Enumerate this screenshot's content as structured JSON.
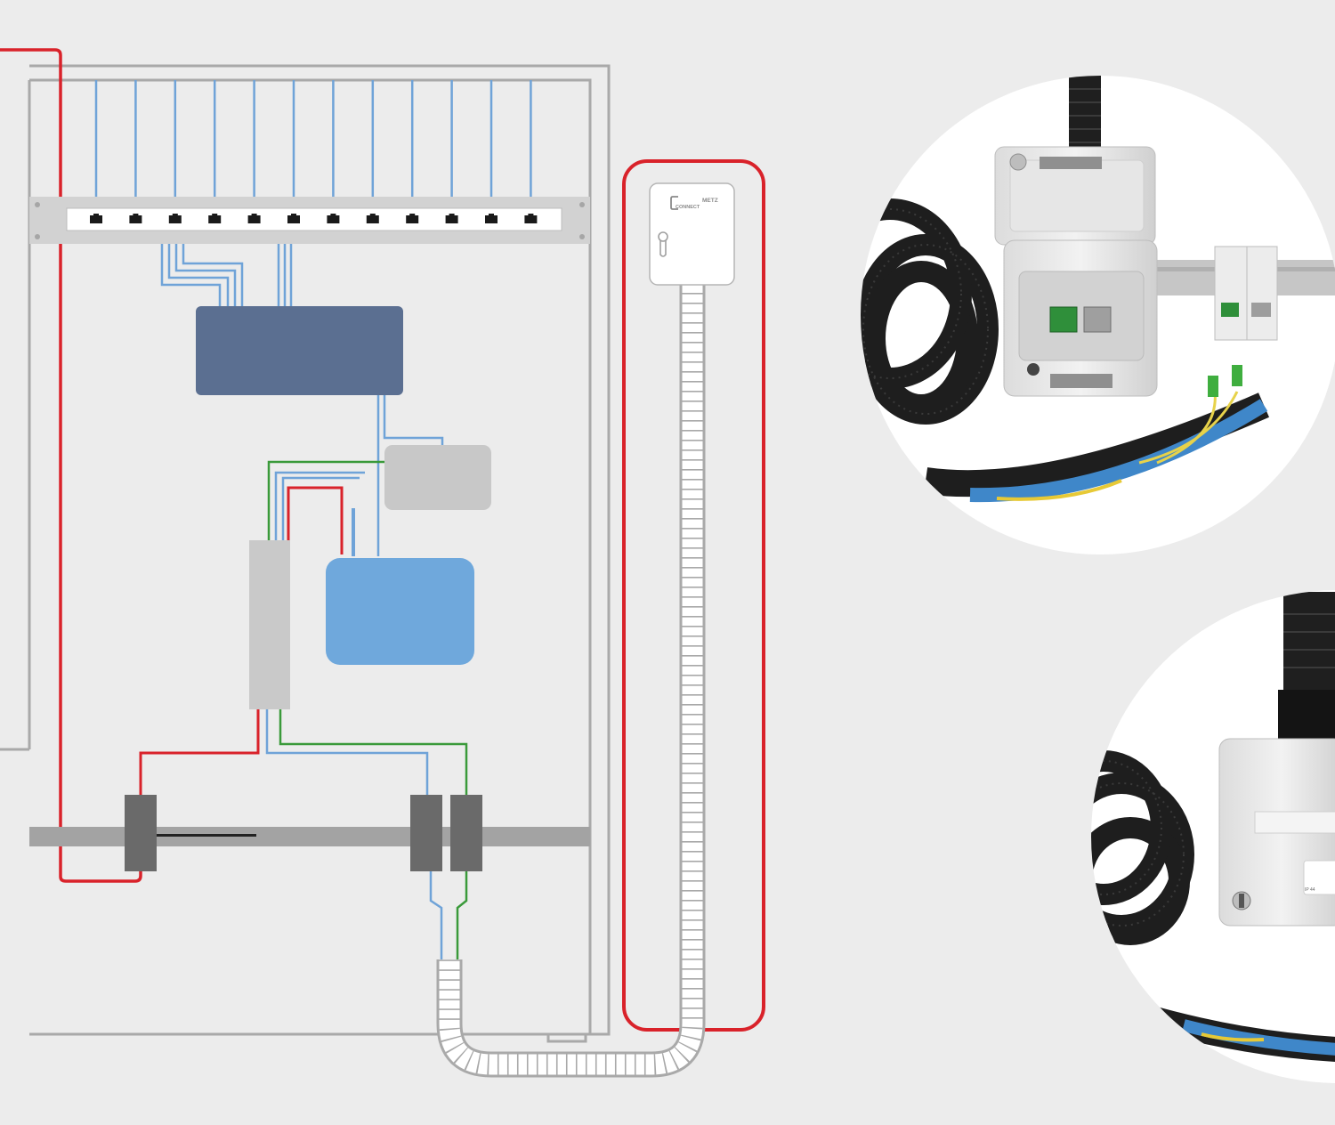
{
  "outlet_box": {
    "brand_line1": "METZ",
    "brand_line2": "CONNECT"
  },
  "photo_bottom": {
    "label_rating": "IP 44"
  },
  "colors": {
    "background": "#ececec",
    "frame_gray": "#a6a6a6",
    "red_cable": "#d9222a",
    "blue_cable": "#6fa3d8",
    "green_cable": "#3a9a3a",
    "switch_box": "#5b6f91",
    "router_box": "#6fa8dc",
    "device_gray": "#c8c8c8",
    "din_rail": "#a3a3a3",
    "terminal": "#6a6a6a"
  },
  "patch_panel": {
    "port_count": 12
  }
}
